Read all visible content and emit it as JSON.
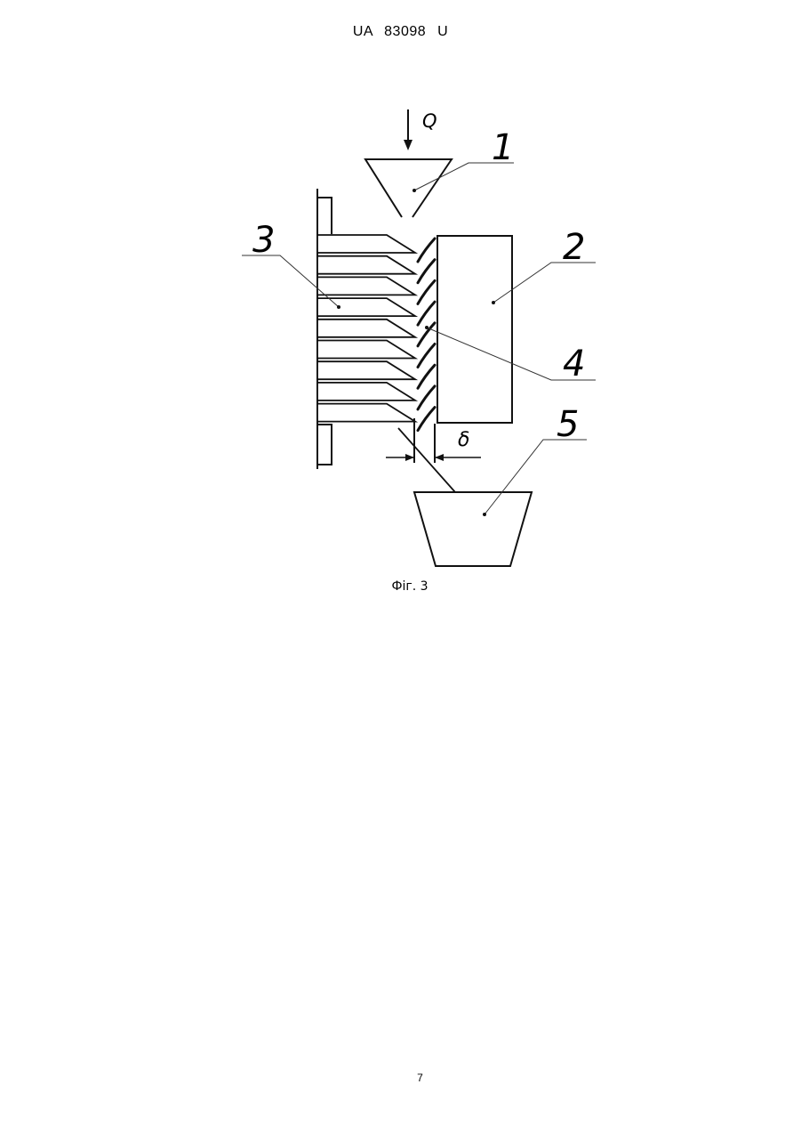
{
  "header": {
    "doc_number": "UA   83098   U"
  },
  "figure": {
    "flow_label": "Q",
    "gap_label": "δ",
    "callouts": [
      "1",
      "2",
      "3",
      "4",
      "5"
    ],
    "caption": "Фіг. 3"
  },
  "footer": {
    "page_number": "7"
  }
}
